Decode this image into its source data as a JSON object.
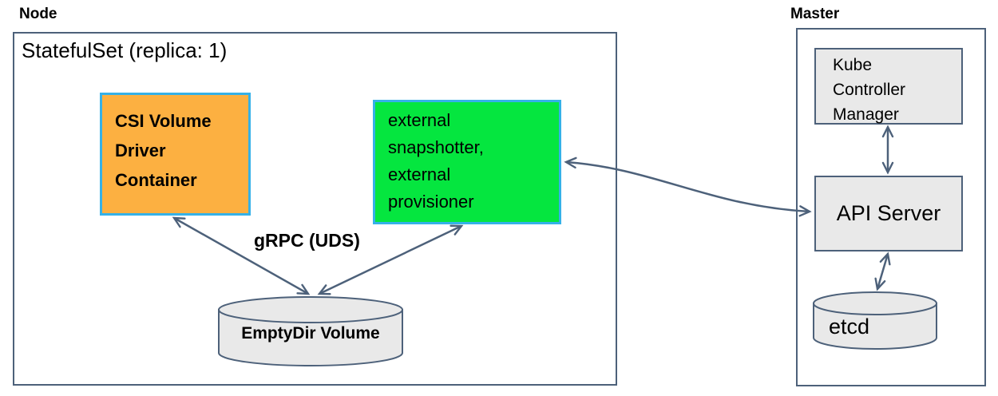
{
  "node": {
    "label": "Node",
    "statefulset_title": "StatefulSet (replica: 1)",
    "csi_box": {
      "lines": [
        "CSI Volume",
        "Driver",
        "Container"
      ]
    },
    "external_box": {
      "lines": [
        "external",
        "snapshotter,",
        "external",
        "provisioner"
      ]
    },
    "grpc_label": "gRPC (UDS)",
    "emptydir_cylinder": {
      "label": "EmptyDir Volume"
    }
  },
  "master": {
    "label": "Master",
    "kube_controller_manager_box": {
      "lines": [
        "Kube",
        "Controller",
        "Manager"
      ]
    },
    "api_server_box": {
      "label": "API Server"
    },
    "etcd_cylinder": {
      "label": "etcd"
    }
  },
  "colors": {
    "outline_slate": "#4d617a",
    "container_border_cyan": "#35b1e8",
    "csi_box_orange": "#fcb041",
    "external_box_green": "#05e63f",
    "gray_fill": "#e9e9e9",
    "text": "#000000",
    "background": "#ffffff"
  },
  "connections": [
    {
      "from": "csi-volume-driver-container",
      "to": "emptydir-volume",
      "style": "bidirectional",
      "label": "gRPC (UDS)"
    },
    {
      "from": "external-snapshotter-provisioner",
      "to": "emptydir-volume",
      "style": "bidirectional",
      "label": "gRPC (UDS)"
    },
    {
      "from": "external-snapshotter-provisioner",
      "to": "api-server",
      "style": "bidirectional"
    },
    {
      "from": "kube-controller-manager",
      "to": "api-server",
      "style": "bidirectional"
    },
    {
      "from": "api-server",
      "to": "etcd",
      "style": "bidirectional"
    }
  ]
}
